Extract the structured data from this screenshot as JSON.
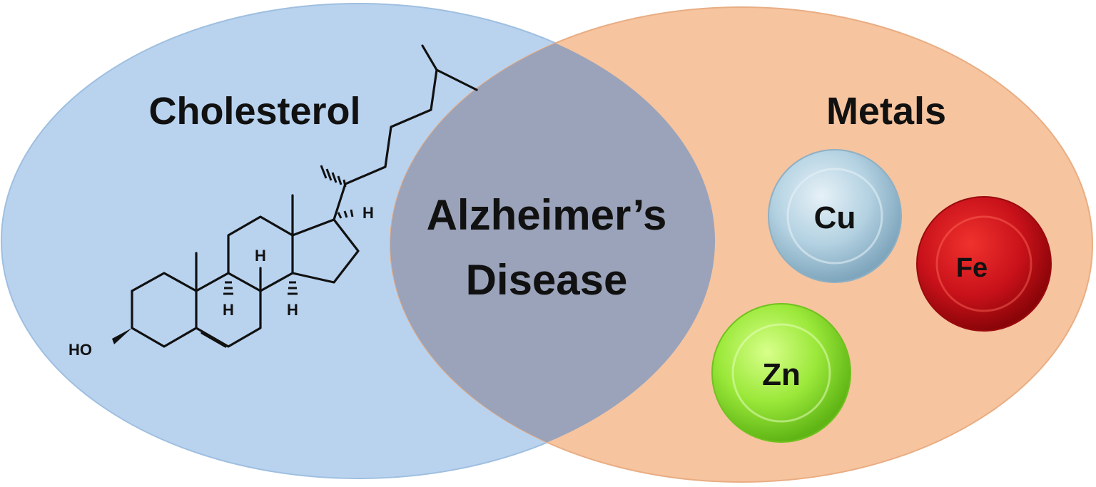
{
  "diagram": {
    "left_set": {
      "label": "Cholesterol",
      "color": "#b9d3ef"
    },
    "right_set": {
      "label": "Metals",
      "color": "#f6c49f"
    },
    "intersection": {
      "line1": "Alzheimer’s",
      "line2": "Disease",
      "color": "#9aa3ba"
    },
    "metals": [
      {
        "symbol": "Cu",
        "color": "#a6c8da"
      },
      {
        "symbol": "Fe",
        "color": "#d8171b"
      },
      {
        "symbol": "Zn",
        "color": "#8fdf2a"
      }
    ],
    "molecule": {
      "atoms": {
        "hydroxyl": "HO",
        "h_side_chain": "H",
        "h_bridge_1": "H",
        "h_bridge_2": "H",
        "h_bridge_3": "H"
      }
    }
  }
}
